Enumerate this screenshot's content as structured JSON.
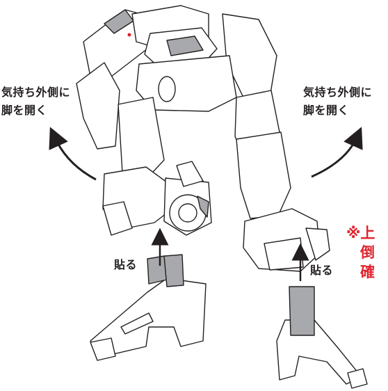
{
  "instructions": {
    "left_open": [
      "気持ち外側に",
      "脚を開く"
    ],
    "right_open": [
      "気持ち外側に",
      "脚を開く"
    ],
    "attach_left": "貼る",
    "attach_right": "貼る"
  },
  "note": {
    "line1": "※上",
    "line2": "倒",
    "line3": "確"
  },
  "colors": {
    "outline": "#231f20",
    "shade": "#a7a9ac",
    "note_red": "#e0232c",
    "accent_dot": "#e0232c"
  }
}
